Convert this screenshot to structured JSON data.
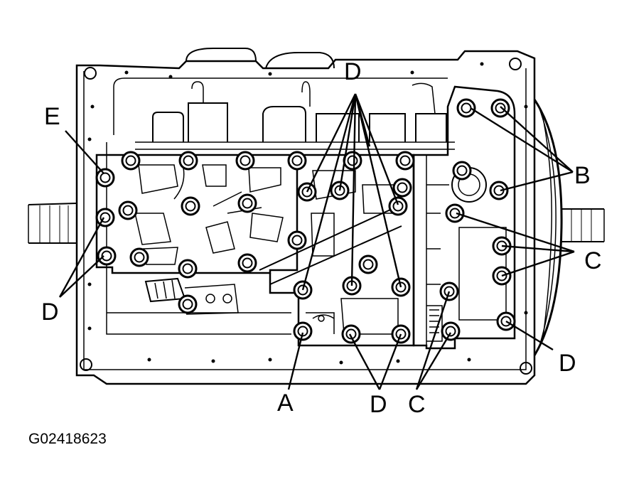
{
  "figure": {
    "id": "G02418623",
    "callouts": {
      "A": "A",
      "B": "B",
      "C": "C",
      "D": "D",
      "E": "E"
    }
  },
  "colors": {
    "ink": "#000000",
    "paper": "#ffffff"
  }
}
